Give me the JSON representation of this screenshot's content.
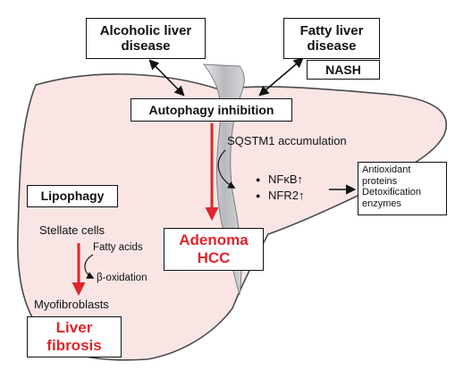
{
  "boxes": {
    "alcoholic": [
      "Alcoholic liver",
      "disease"
    ],
    "fatty": [
      "Fatty liver",
      "disease"
    ],
    "nash": "NASH",
    "autophagy": "Autophagy inhibition",
    "lipophagy": "Lipophagy",
    "adenoma": [
      "Adenoma",
      "HCC"
    ],
    "fibrosis": [
      "Liver",
      "fibrosis"
    ]
  },
  "labels": {
    "sqstm1": "SQSTM1 accumulation",
    "nfkb": "NFκB↑",
    "nfr2": "NFR2↑",
    "bullet": "●",
    "stellate": "Stellate cells",
    "fatty_acids": "Fatty acids",
    "beta_ox": "β-oxidation",
    "myofib": "Myofibroblasts"
  },
  "outcomes": [
    "Antioxidant",
    "proteins",
    "Detoxification",
    "enzymes"
  ],
  "colors": {
    "liver_fill": "#f9e6e4",
    "liver_stroke": "#444444",
    "ligament_fill": "#c8c9cc",
    "red_arrow": "#e0252b"
  }
}
